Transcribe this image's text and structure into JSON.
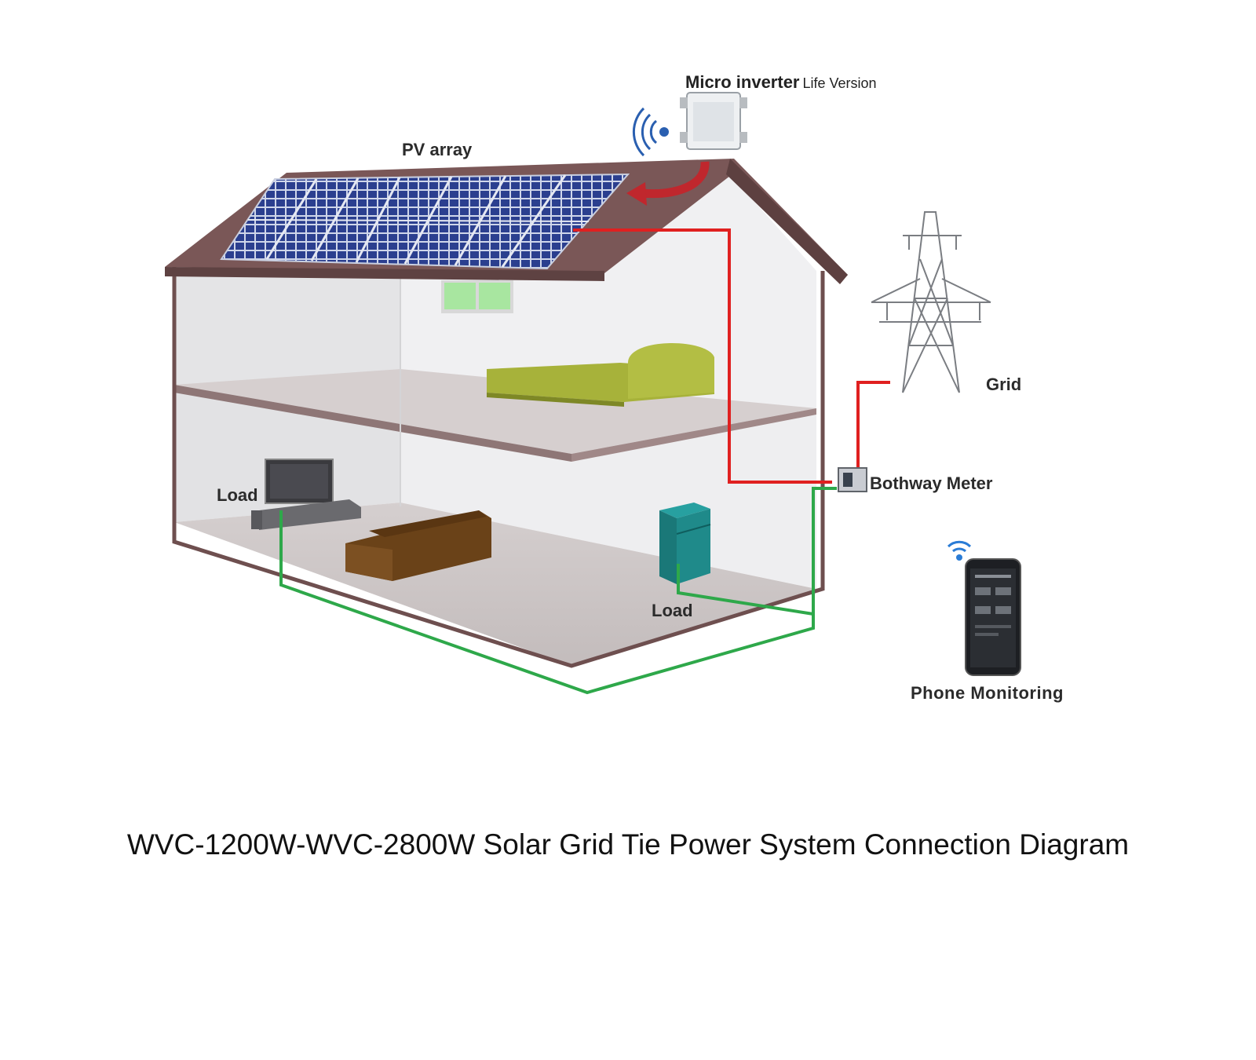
{
  "labels": {
    "micro_inverter": "Micro inverter",
    "micro_inverter_version": "Life Version",
    "pv_array": "PV array",
    "grid": "Grid",
    "bothway_meter": "Bothway Meter",
    "load_left": "Load",
    "load_right": "Load",
    "phone_monitoring": "Phone Monitoring"
  },
  "caption": "WVC-1200W-WVC-2800W Solar Grid Tie Power System Connection Diagram",
  "colors": {
    "roof": "#7a5757",
    "wall": "#ebebed",
    "panel": "#2a3a8a",
    "dc_line": "#e02020",
    "ac_line": "#2ea84a",
    "bed": "#a7b23a",
    "sofa": "#6a4218",
    "fridge": "#1f8a8a"
  }
}
